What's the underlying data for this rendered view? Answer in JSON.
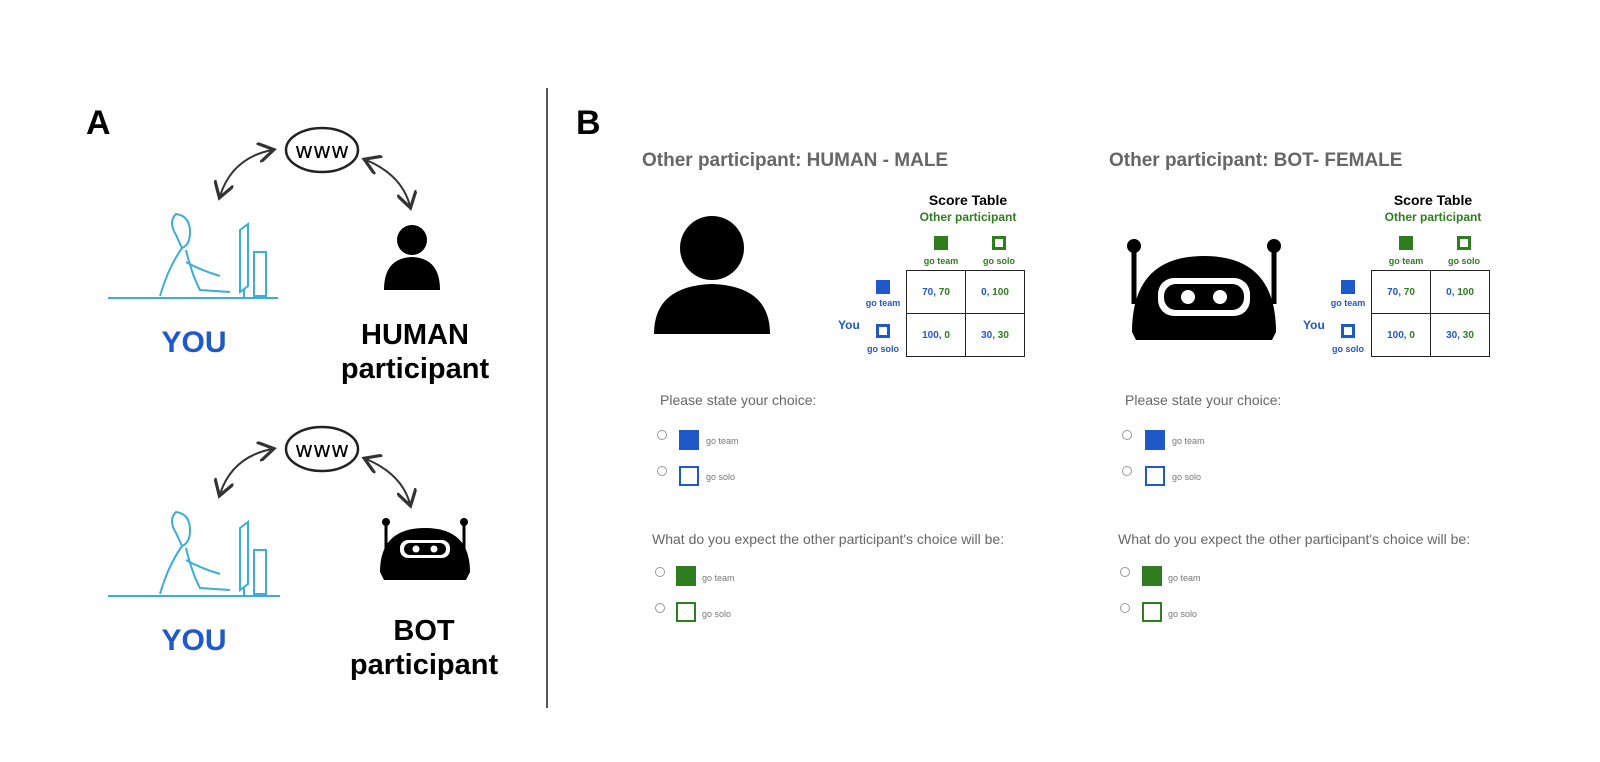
{
  "panel_a": {
    "letter": "A",
    "www": "www",
    "you_label": "YOU",
    "human_label_line1": "HUMAN",
    "human_label_line2": "participant",
    "bot_label_line1": "BOT",
    "bot_label_line2": "participant"
  },
  "panel_b": {
    "letter": "B",
    "score_table": {
      "title": "Score Table",
      "other_label": "Other participant",
      "you_label": "You",
      "col_labels": [
        "go team",
        "go solo"
      ],
      "row_labels": [
        "go team",
        "go solo"
      ],
      "cells": [
        [
          {
            "a": "70",
            "b": "70"
          },
          {
            "a": "0",
            "b": "100"
          }
        ],
        [
          {
            "a": "100",
            "b": "0"
          },
          {
            "a": "30",
            "b": "30"
          }
        ]
      ]
    },
    "choice_prompt": "Please state your choice:",
    "expect_prompt": "What do you expect the other participant's choice will be:",
    "options": [
      "go team",
      "go solo"
    ],
    "left_heading": "Other participant: HUMAN - MALE",
    "right_heading": "Other participant: BOT- FEMALE"
  },
  "colors": {
    "you_blue": "#1f58c9",
    "other_green": "#2e7d1e",
    "sketch_cyan": "#3aaed8"
  }
}
